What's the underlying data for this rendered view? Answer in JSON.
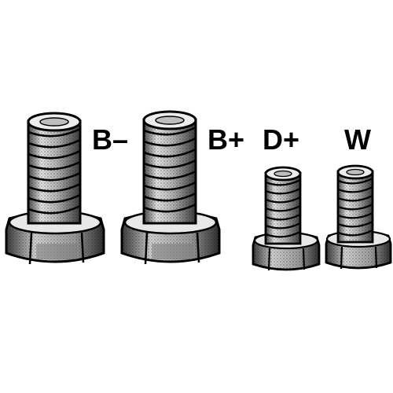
{
  "diagram": {
    "colors": {
      "background": "#ffffff",
      "ink": "#000000",
      "metal_light": "#d8d8d8",
      "metal_mid": "#9a9a9a",
      "metal_dark": "#555555"
    },
    "terminals": [
      {
        "label": "B–",
        "icon": "large-bolt-icon"
      },
      {
        "label": "B+",
        "icon": "large-bolt-icon"
      },
      {
        "label": "D+",
        "icon": "small-bolt-icon"
      },
      {
        "label": "W",
        "icon": "small-bolt-icon"
      }
    ]
  }
}
